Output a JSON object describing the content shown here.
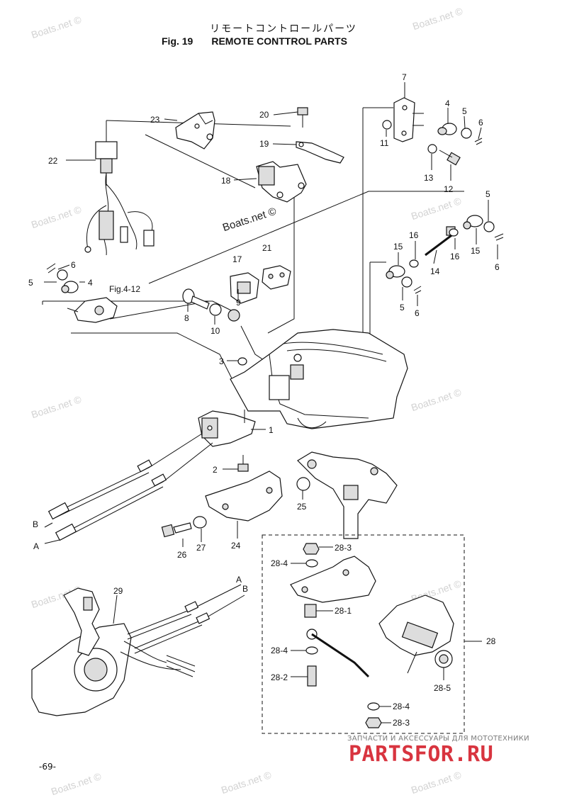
{
  "header": {
    "title_jp": "リモートコントロールパーツ",
    "fig_number": "Fig. 19",
    "title_en": "REMOTE CONTTROL PARTS"
  },
  "watermark": "Boats.net ©",
  "page_number": "-69-",
  "footer": {
    "subtitle": "ЗАПЧАСТИ И АКСЕССУАРЫ ДЛЯ МОТОТЕХНИКИ",
    "logo": "PARTSFOR.RU"
  },
  "callouts": {
    "c1": "1",
    "c2": "2",
    "c3": "3",
    "c4a": "4",
    "c4b": "4",
    "c5a": "5",
    "c5b": "5",
    "c5c": "5",
    "c5d": "5",
    "c6a": "6",
    "c6b": "6",
    "c6c": "6",
    "c6d": "6",
    "c7": "7",
    "c8": "8",
    "c9": "9",
    "c10": "10",
    "c11": "11",
    "c12": "12",
    "c13": "13",
    "c14": "14",
    "c15a": "15",
    "c15b": "15",
    "c16a": "16",
    "c16b": "16",
    "c17": "17",
    "c18": "18",
    "c19": "19",
    "c20": "20",
    "c21": "21",
    "c22": "22",
    "c23": "23",
    "c24": "24",
    "c25": "25",
    "c26": "26",
    "c27": "27",
    "c28": "28",
    "c28_1": "28-1",
    "c28_2": "28-2",
    "c28_3a": "28-3",
    "c28_3b": "28-3",
    "c28_4a": "28-4",
    "c28_4b": "28-4",
    "c28_4c": "28-4",
    "c28_5": "28-5",
    "c29": "29",
    "figref": "Fig.4-12",
    "cableA1": "A",
    "cableB1": "B",
    "cableA2": "A",
    "cableB2": "B"
  }
}
